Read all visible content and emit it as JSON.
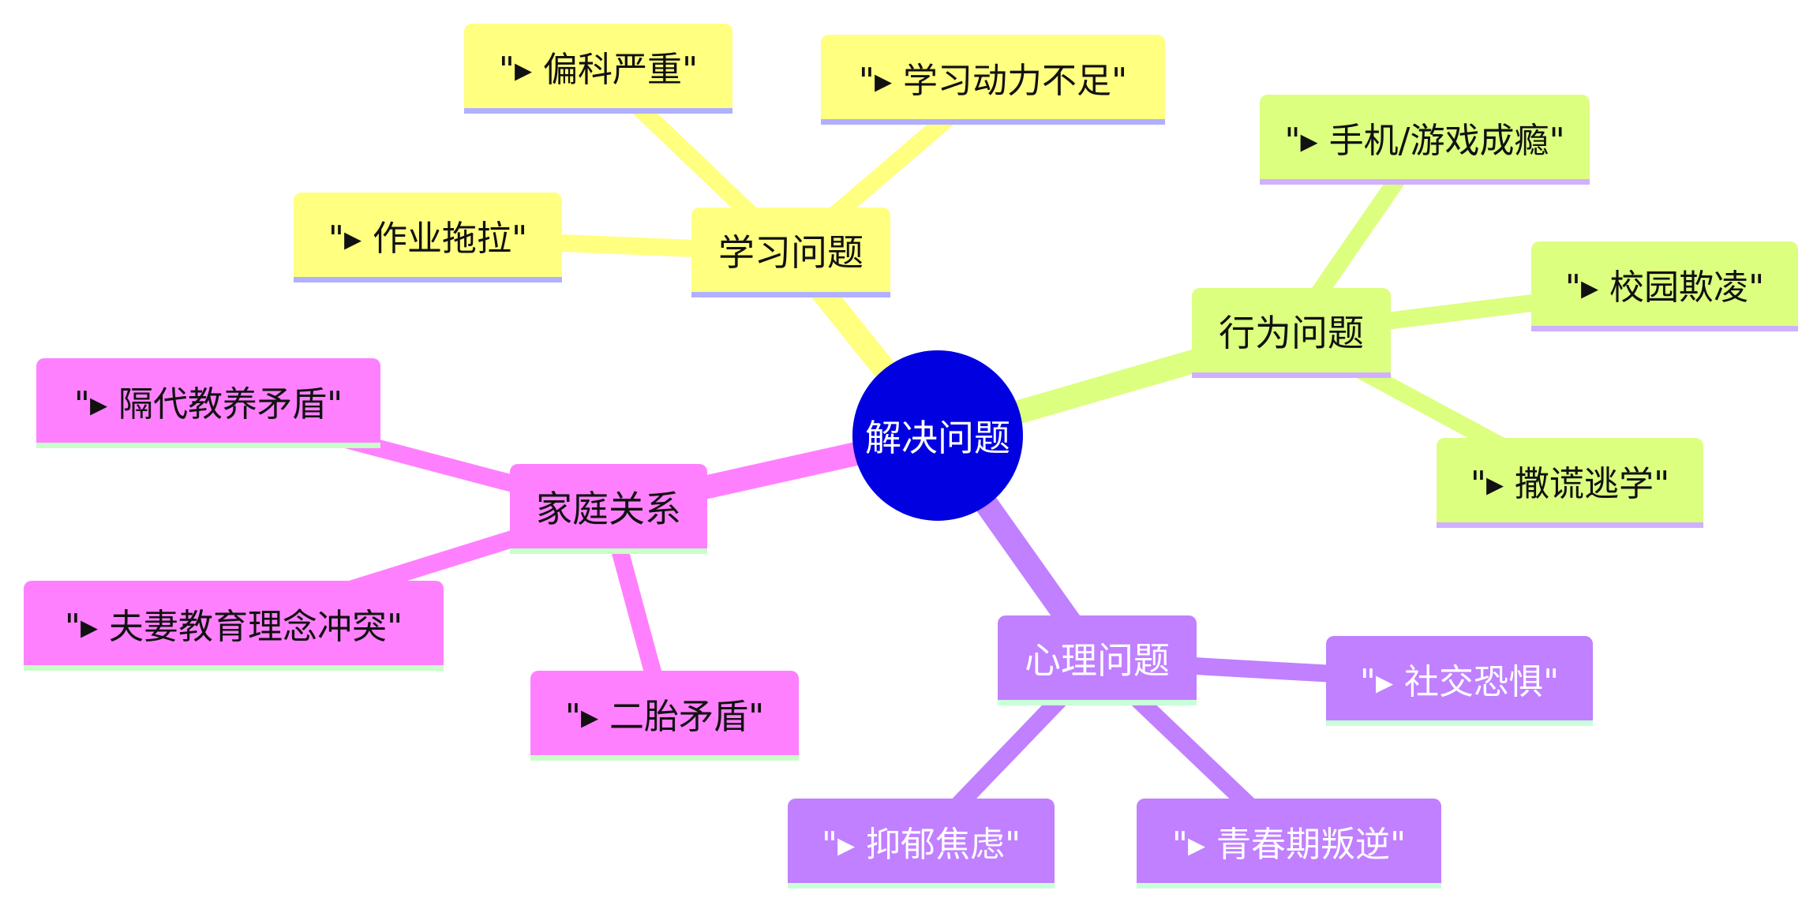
{
  "center": {
    "label": "解决问题",
    "color": "#0000e0"
  },
  "branches": [
    {
      "id": "study",
      "label": "学习问题",
      "color": "#ffff80",
      "line_color": "#ffff80",
      "underline": "#b0b0ff",
      "leaves": [
        "\"▸ 偏科严重\"",
        "\"▸ 学习动力不足\"",
        "\"▸ 作业拖拉\""
      ]
    },
    {
      "id": "behavior",
      "label": "行为问题",
      "color": "#dcff80",
      "line_color": "#dcff80",
      "underline": "#d0b0ff",
      "leaves": [
        "\"▸ 手机/游戏成瘾\"",
        "\"▸ 校园欺凌\"",
        "\"▸ 撒谎逃学\""
      ]
    },
    {
      "id": "psych",
      "label": "心理问题",
      "color": "#c080ff",
      "line_color": "#c080ff",
      "underline": "#c8ffd8",
      "leaves": [
        "\"▸ 社交恐惧\"",
        "\"▸ 抑郁焦虑\"",
        "\"▸ 青春期叛逆\""
      ]
    },
    {
      "id": "family",
      "label": "家庭关系",
      "color": "#ff80ff",
      "line_color": "#ff80ff",
      "underline": "#c8ffc8",
      "leaves": [
        "\"▸ 隔代教养矛盾\"",
        "\"▸ 夫妻教育理念冲突\"",
        "\"▸ 二胎矛盾\""
      ]
    }
  ]
}
